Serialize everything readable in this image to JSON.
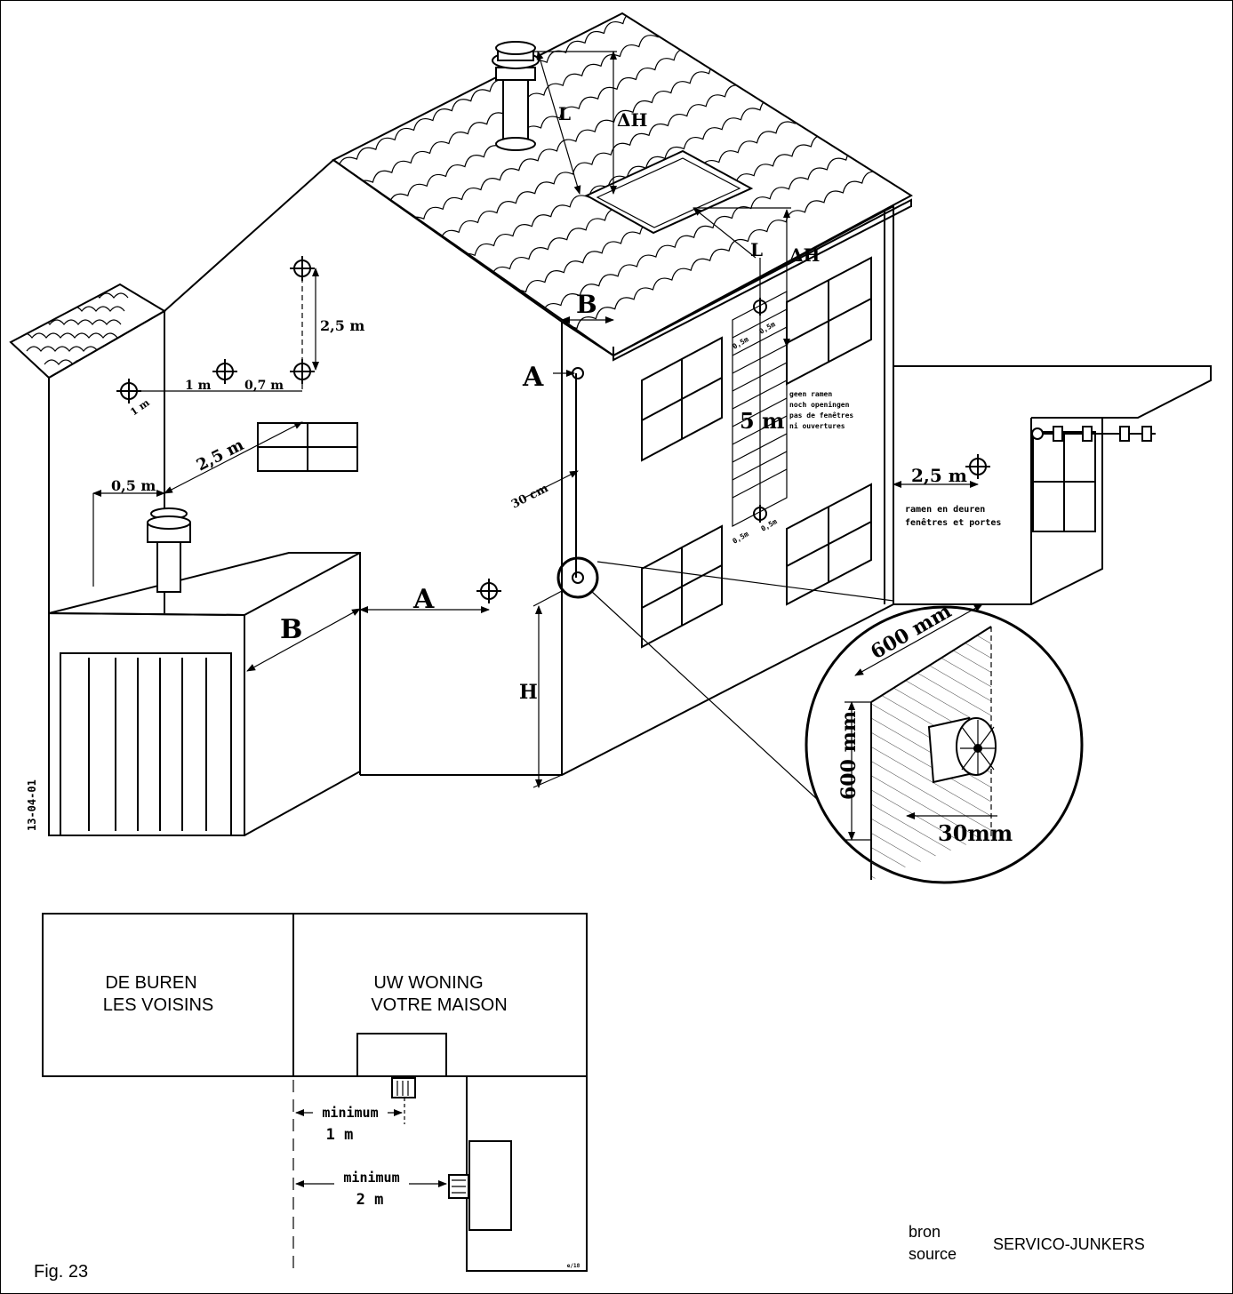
{
  "labels": {
    "L_roof": "L",
    "dH_roof": "ΔH",
    "L_wall": "L",
    "dH_wall": "ΔH",
    "B_top": "B",
    "A_top": "A",
    "A_mid": "A",
    "B_garage": "B",
    "H": "H",
    "d_1m_small": "1 m",
    "d_1m": "1 m",
    "d_07m": "0,7 m",
    "d_25m_vert": "2,5 m",
    "d_25m_diag": "2,5 m",
    "d_05m": "0,5 m",
    "d_30cm": "30 cm",
    "d_5m": "5 m",
    "d_05a": "0,5m",
    "d_05b": "0,5m",
    "d_05c": "0,5m",
    "d_05d": "0,5m",
    "d_25m_right": "2,5 m",
    "d_600_top": "600 mm",
    "d_600_side": "600 mm",
    "d_30mm": "30mm",
    "date_stamp": "13-04-01"
  },
  "notes": {
    "no_openings": [
      "geen ramen",
      "noch openingen",
      "pas de fenêtres",
      "ni ouvertures"
    ],
    "windows_doors": [
      "ramen en deuren",
      "fenêtres et portes"
    ]
  },
  "plan": {
    "neighbours_line1": "DE BUREN",
    "neighbours_line2": "LES VOISINS",
    "house_line1": "UW WONING",
    "house_line2": "VOTRE MAISON",
    "min1_word": "minimum",
    "min1_value": "1 m",
    "min2_word": "minimum",
    "min2_value": "2 m",
    "corner_mark": "e/18"
  },
  "caption": {
    "fig": "Fig. 23",
    "source_nl": "bron",
    "source_fr": "source",
    "source_name": "SERVICO-JUNKERS"
  }
}
